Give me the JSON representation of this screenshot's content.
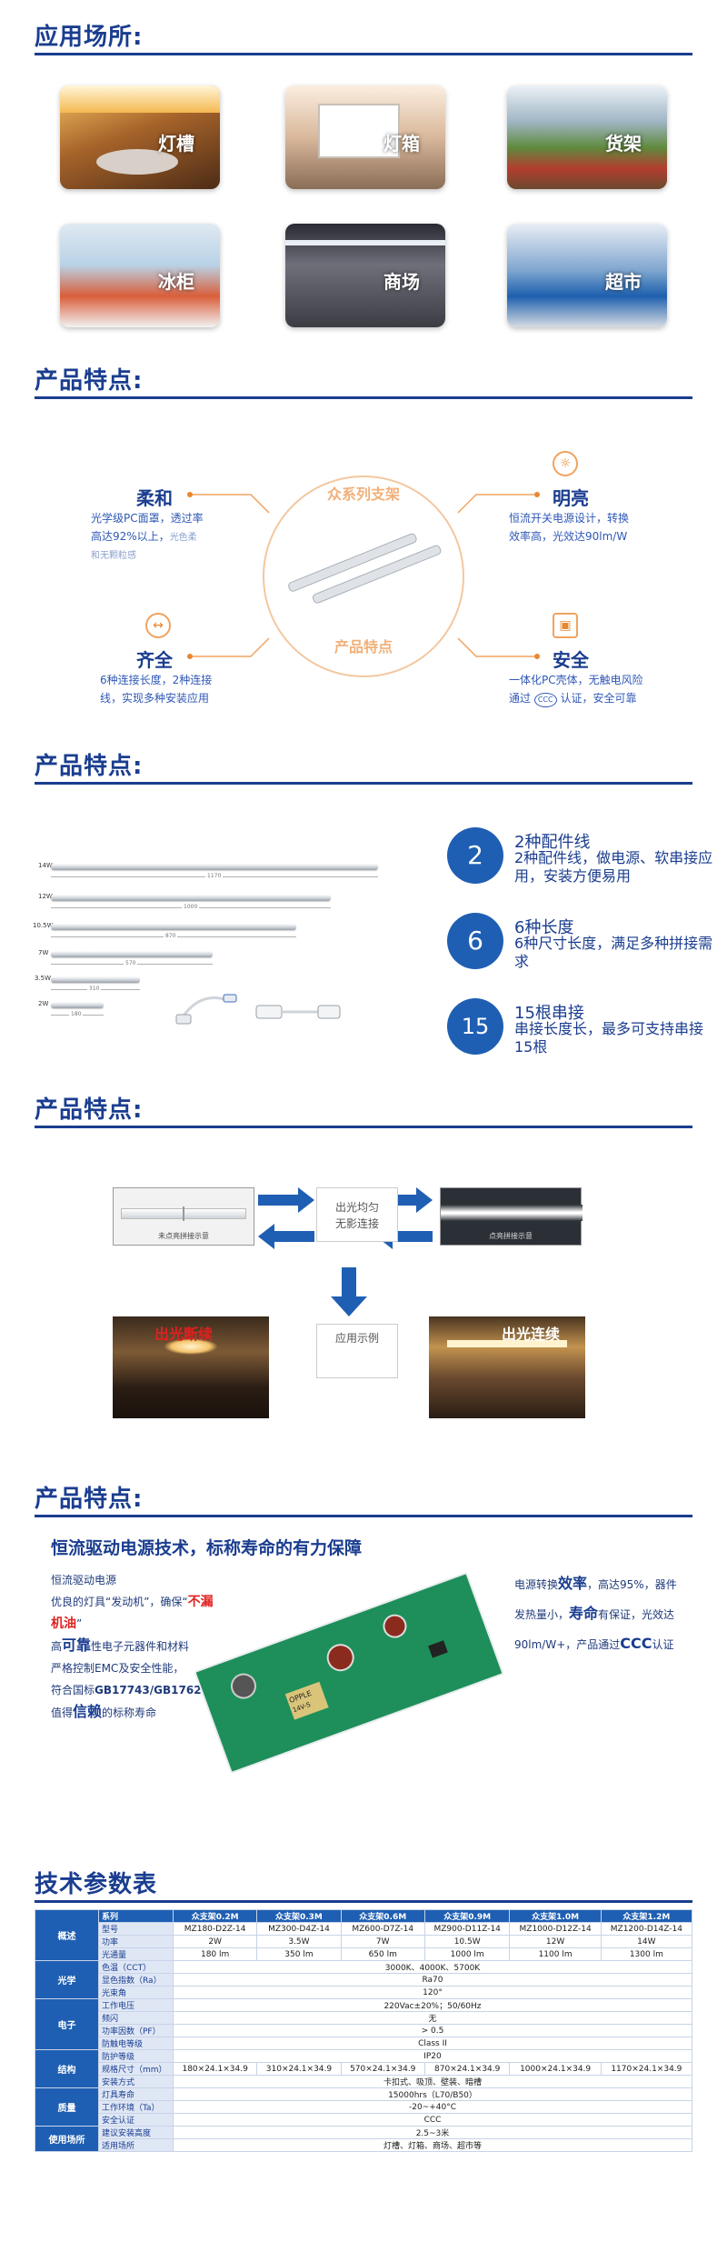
{
  "sections": {
    "applications_title": "应用场所:",
    "features_title_1": "产品特点:",
    "features_title_2": "产品特点:",
    "features_title_3": "产品特点:",
    "features_title_4": "产品特点:",
    "specs_title": "技术参数表"
  },
  "applications": [
    {
      "label": "灯槽"
    },
    {
      "label": "灯箱"
    },
    {
      "label": "货架"
    },
    {
      "label": "冰柜"
    },
    {
      "label": "商场"
    },
    {
      "label": "超市"
    }
  ],
  "features": {
    "ring_top": "众系列支架",
    "ring_bottom": "产品特点",
    "soft": {
      "title": "柔和",
      "line1": "光学级PC面罩，透过率",
      "line2a": "高达92%以上，",
      "line2b": "光色柔",
      "line3": "和无颗粒感"
    },
    "bright": {
      "title": "明亮",
      "line1": "恒流开关电源设计，转换",
      "line2": "效率高，光效达90lm/W"
    },
    "complete": {
      "title": "齐全",
      "line1": "6种连接长度，2种连接",
      "line2": "线，实现多种安装应用"
    },
    "safe": {
      "title": "安全",
      "line1": "一体化PC壳体，无触电风险",
      "line2a": "通过",
      "ccc": "CCC",
      "line2b": "认证，安全可靠"
    }
  },
  "lengths": {
    "bars": [
      {
        "watt": "14W",
        "dim": "1170"
      },
      {
        "watt": "12W",
        "dim": "1000"
      },
      {
        "watt": "10.5W",
        "dim": "870"
      },
      {
        "watt": "7W",
        "dim": "570"
      },
      {
        "watt": "3.5W",
        "dim": "310"
      },
      {
        "watt": "2W",
        "dim": "180"
      }
    ],
    "points": [
      {
        "num": "2",
        "title": "2种配件线",
        "desc": "2种配件线，做电源、软串接应用，安装方便易用"
      },
      {
        "num": "6",
        "title": "6种长度",
        "desc": "6种尺寸长度，满足多种拼接需求"
      },
      {
        "num": "15",
        "title": "15根串接",
        "desc": "串接长度长，最多可支持串接15根"
      }
    ]
  },
  "continuity": {
    "left_caption": "未点亮拼接示意",
    "right_caption": "点亮拼接示意",
    "mid_line1": "出光均匀",
    "mid_line2": "无影连接",
    "example": "应用示例",
    "room_left_label": "出光断续",
    "room_right_label": "出光连续"
  },
  "driver": {
    "title": "恒流驱动电源技术，标称寿命的有力保障",
    "l1": "恒流驱动电源",
    "l2a": "优良的灯具“发动机”，确保“",
    "l2red": "不漏机油",
    "l2b": "”",
    "l3a": "高",
    "l3big": "可靠",
    "l3b": "性电子元器件和材料",
    "l4": "严格控制EMC及安全性能，",
    "l5a": "符合国标",
    "l5b": "GB17743/GB17625.1",
    "l6a": "值得",
    "l6big": "信赖",
    "l6b": "的标称寿命",
    "r1a": "电源转换",
    "r1big": "效率",
    "r1b": "，高达95%，器件",
    "r2a": "发热量小，",
    "r2big": "寿命",
    "r2b": "有保证，光效达",
    "r3a": "90lm/W+，产品通过",
    "r3big": "CCC",
    "r3b": "认证",
    "board_brand": "OPPLE",
    "board_code": "14V-S"
  },
  "table": {
    "rows": [
      {
        "group": "概述",
        "span": 4,
        "name": "系列",
        "cells": [
          "众支架0.2M",
          "众支架0.3M",
          "众支架0.6M",
          "众支架0.9M",
          "众支架1.0M",
          "众支架1.2M"
        ],
        "head": true
      },
      {
        "name": "型号",
        "cells": [
          "MZ180-D2Z-14",
          "MZ300-D4Z-14",
          "MZ600-D7Z-14",
          "MZ900-D11Z-14",
          "MZ1000-D12Z-14",
          "MZ1200-D14Z-14"
        ]
      },
      {
        "name": "功率",
        "cells": [
          "2W",
          "3.5W",
          "7W",
          "10.5W",
          "12W",
          "14W"
        ]
      },
      {
        "name": "光通量",
        "cells": [
          "180 lm",
          "350 lm",
          "650 lm",
          "1000 lm",
          "1100 lm",
          "1300 lm"
        ]
      },
      {
        "group": "光学",
        "span": 3,
        "name": "色温（CCT）",
        "merged": "3000K、4000K、5700K"
      },
      {
        "name": "显色指数（Ra）",
        "merged": "Ra70"
      },
      {
        "name": "光束角",
        "merged": "120°"
      },
      {
        "group": "电子",
        "span": 4,
        "name": "工作电压",
        "merged": "220Vac±20%；50/60Hz"
      },
      {
        "name": "频闪",
        "merged": "无"
      },
      {
        "name": "功率因数（PF）",
        "merged": "> 0.5"
      },
      {
        "name": "防触电等级",
        "merged": "Class II"
      },
      {
        "group": "结构",
        "span": 3,
        "name": "防护等级",
        "merged": "IP20"
      },
      {
        "name": "规格尺寸（mm）",
        "cells": [
          "180×24.1×34.9",
          "310×24.1×34.9",
          "570×24.1×34.9",
          "870×24.1×34.9",
          "1000×24.1×34.9",
          "1170×24.1×34.9"
        ]
      },
      {
        "name": "安装方式",
        "merged": "卡扣式、吸顶、壁装、暗槽"
      },
      {
        "group": "质量",
        "span": 3,
        "name": "灯具寿命",
        "merged": "15000hrs（L70/B50）"
      },
      {
        "name": "工作环境（Ta）",
        "merged": "-20~+40°C"
      },
      {
        "name": "安全认证",
        "merged": "CCC"
      },
      {
        "group": "使用场所",
        "span": 2,
        "name": "建议安装高度",
        "merged": "2.5~3米"
      },
      {
        "name": "适用场所",
        "merged": "灯槽、灯箱、商场、超市等"
      }
    ]
  },
  "colors": {
    "primary": "#1a3d8f",
    "accent": "#e8872d",
    "circle": "#1f5fb3"
  }
}
